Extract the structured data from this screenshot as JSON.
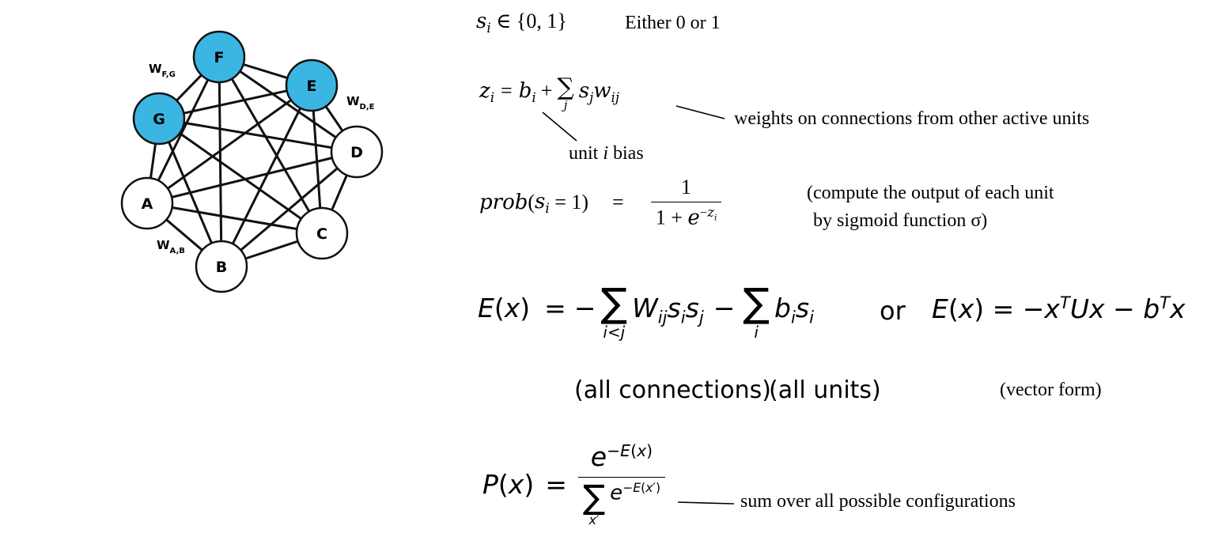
{
  "graph": {
    "nodes": [
      {
        "id": "F",
        "label": "F",
        "highlighted": true
      },
      {
        "id": "E",
        "label": "E",
        "highlighted": true
      },
      {
        "id": "G",
        "label": "G",
        "highlighted": true
      },
      {
        "id": "D",
        "label": "D",
        "highlighted": false
      },
      {
        "id": "A",
        "label": "A",
        "highlighted": false
      },
      {
        "id": "C",
        "label": "C",
        "highlighted": false
      },
      {
        "id": "B",
        "label": "B",
        "highlighted": false
      }
    ],
    "weight_labels": [
      {
        "letter": "W",
        "sub": "F,G"
      },
      {
        "letter": "W",
        "sub": "D,E"
      },
      {
        "letter": "W",
        "sub": "A,B"
      }
    ],
    "colors": {
      "highlight": "#3bb6e3",
      "plain": "#ffffff",
      "stroke": "#111111",
      "edge": "#111111"
    }
  },
  "equations": {
    "binary_note": "Either 0 or 1",
    "weights_note": "weights on connections from other active units",
    "bias_note_prefix": "unit",
    "bias_note_var": "i",
    "bias_note_suffix": "bias",
    "sigmoid_note_line1": "(compute the output of each unit",
    "sigmoid_note_line2": "by sigmoid function σ)",
    "or_word": "or",
    "all_connections": "(all connections)",
    "all_units": "(all units)",
    "vector_form": "(vector form)",
    "partition_note": "sum over all possible configurations"
  }
}
